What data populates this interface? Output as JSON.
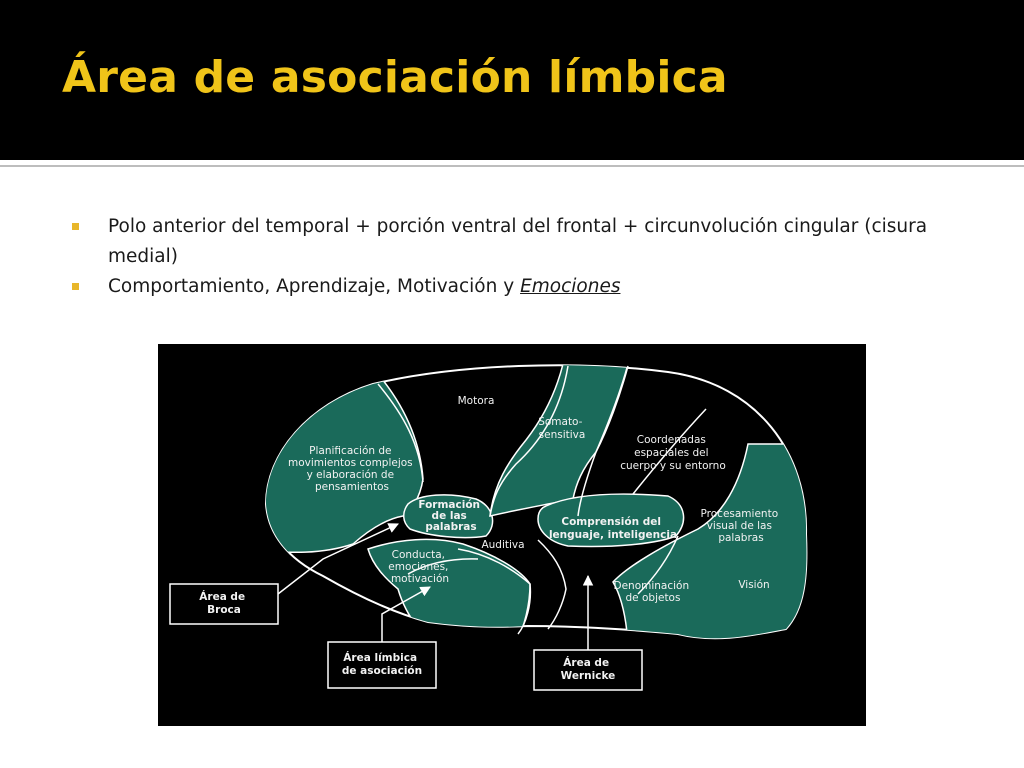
{
  "slide": {
    "title": "Área de asociación límbica",
    "accent_color": "#f0c419",
    "bullet_color": "#e8b62a",
    "bullets": [
      {
        "text": "Polo anterior del temporal + porción ventral del frontal + circunvolución cingular (cisura medial)"
      },
      {
        "text_prefix": "Comportamiento, Aprendizaje, Motivación y ",
        "text_emphasis": "Emociones"
      }
    ]
  },
  "diagram": {
    "colors": {
      "background": "#000000",
      "region": "#1a6a5a",
      "outline": "#ffffff",
      "label": "#f2f2f2"
    },
    "regions": {
      "motora": "Motora",
      "somato": [
        "Somato-",
        "sensitiva"
      ],
      "coordenadas": [
        "Coordenadas",
        "espaciales del",
        "cuerpo y su entorno"
      ],
      "planificacion": [
        "Planificación de",
        "movimientos complejos",
        "y elaboración de",
        "pensamientos"
      ],
      "formacion": [
        "Formación",
        "de las",
        "palabras"
      ],
      "comprension": [
        "Comprensión del",
        "lenguaje, inteligencia"
      ],
      "procesamiento": [
        "Procesamiento",
        "visual de las",
        "palabras"
      ],
      "auditiva": "Auditiva",
      "conducta": [
        "Conducta,",
        "emociones,",
        "motivación"
      ],
      "denominacion": [
        "Denominación",
        "de objetos"
      ],
      "vision": "Visión"
    },
    "callouts": {
      "broca": [
        "Área de",
        "Broca"
      ],
      "limbica": [
        "Área límbica",
        "de asociación"
      ],
      "wernicke": [
        "Área de",
        "Wernicke"
      ]
    }
  }
}
